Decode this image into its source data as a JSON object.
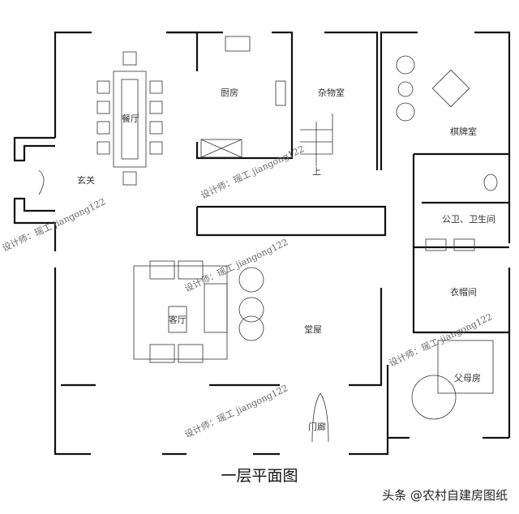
{
  "plan_title": "一层平面图",
  "credit": "头条 @农村自建房图纸",
  "watermark": "设计师：瑶工 jiangong122",
  "rooms": {
    "dining": "餐厅",
    "kitchen": "厨房",
    "storage": "杂物室",
    "chess": "棋牌室",
    "stairs_up": "上",
    "foyer": "玄关",
    "bathroom": "公卫、卫生间",
    "cloakroom": "衣帽间",
    "living": "客厅",
    "hall": "堂屋",
    "parents": "父母房",
    "porch": "门廊"
  }
}
